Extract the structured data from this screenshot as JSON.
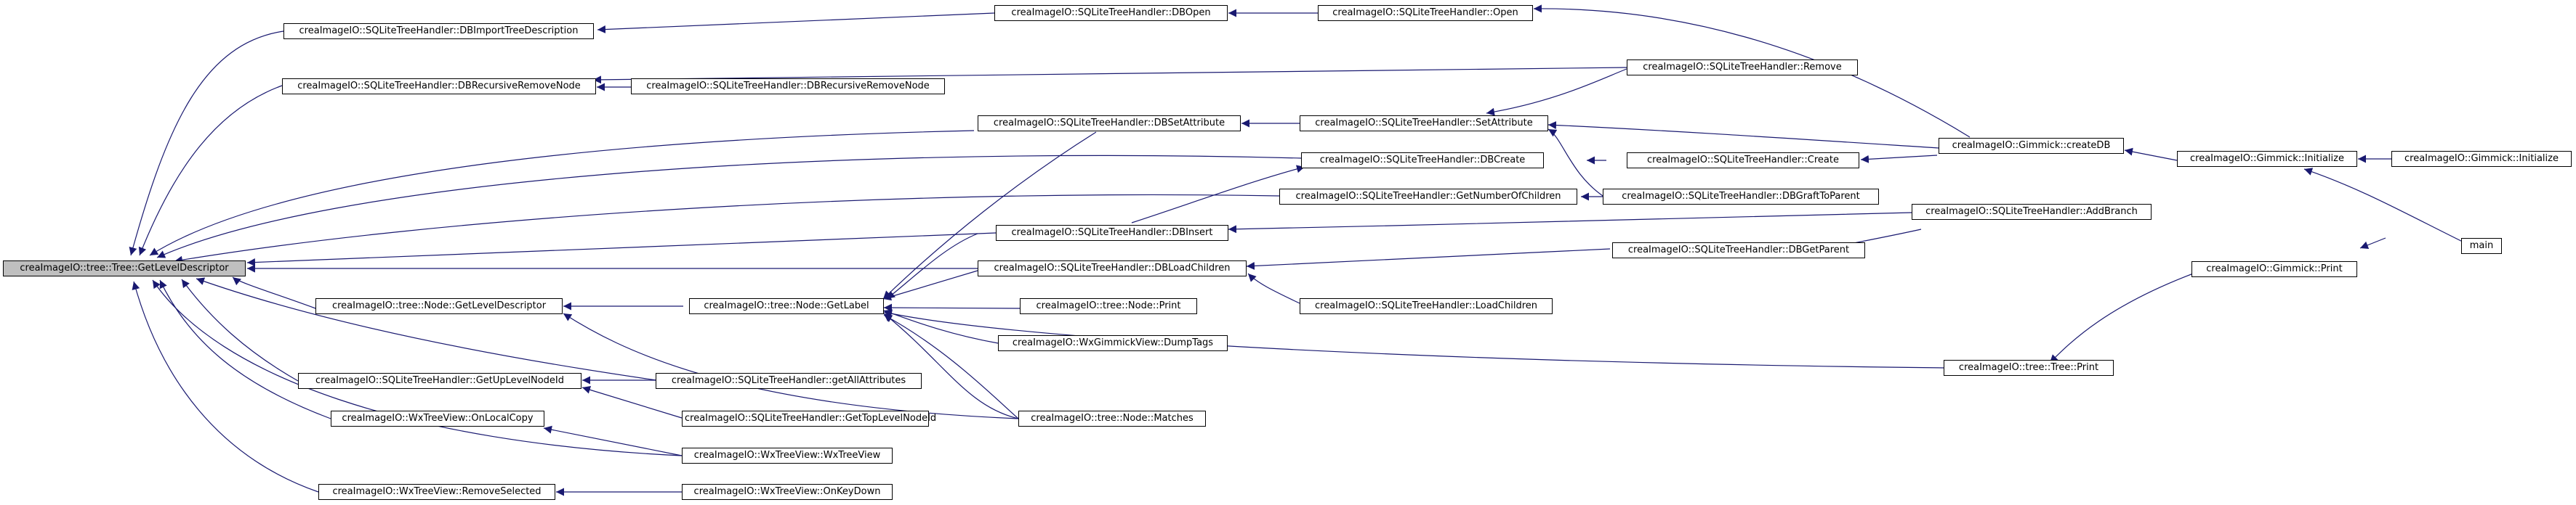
{
  "nodes": {
    "root": "creaImageIO::tree::Tree::GetLevelDescriptor",
    "importTree": "creaImageIO::SQLiteTreeHandler::DBImportTreeDescription",
    "dbOpen": "creaImageIO::SQLiteTreeHandler::DBOpen",
    "open": "creaImageIO::SQLiteTreeHandler::Open",
    "recRemove": "creaImageIO::SQLiteTreeHandler::DBRecursiveRemoveNode",
    "recRemove2": "creaImageIO::SQLiteTreeHandler::DBRecursiveRemoveNode",
    "remove": "creaImageIO::SQLiteTreeHandler::Remove",
    "dbSetAttr": "creaImageIO::SQLiteTreeHandler::DBSetAttribute",
    "setAttr": "creaImageIO::SQLiteTreeHandler::SetAttribute",
    "createDB": "creaImageIO::Gimmick::createDB",
    "gInit": "creaImageIO::Gimmick::Initialize",
    "gInit2": "creaImageIO::Gimmick::Initialize",
    "dbCreate": "creaImageIO::SQLiteTreeHandler::DBCreate",
    "create": "creaImageIO::SQLiteTreeHandler::Create",
    "getNum": "creaImageIO::SQLiteTreeHandler::GetNumberOfChildren",
    "graft": "creaImageIO::SQLiteTreeHandler::DBGraftToParent",
    "addBranch": "creaImageIO::SQLiteTreeHandler::AddBranch",
    "main": "main",
    "dbInsert": "creaImageIO::SQLiteTreeHandler::DBInsert",
    "dbLoad": "creaImageIO::SQLiteTreeHandler::DBLoadChildren",
    "getParent": "creaImageIO::SQLiteTreeHandler::DBGetParent",
    "gPrint": "creaImageIO::Gimmick::Print",
    "nodeLevel": "creaImageIO::tree::Node::GetLevelDescriptor",
    "getLabel": "creaImageIO::tree::Node::GetLabel",
    "nodePrint": "creaImageIO::tree::Node::Print",
    "loadChildren": "creaImageIO::SQLiteTreeHandler::LoadChildren",
    "dumpTags": "creaImageIO::WxGimmickView::DumpTags",
    "treePrint": "creaImageIO::tree::Tree::Print",
    "getUpLevel": "creaImageIO::SQLiteTreeHandler::GetUpLevelNodeId",
    "getAllAttr": "creaImageIO::SQLiteTreeHandler::getAllAttributes",
    "getTopLevel": "creaImageIO::SQLiteTreeHandler::GetTopLevelNodeId",
    "matches": "creaImageIO::tree::Node::Matches",
    "onLocalCopy": "creaImageIO::WxTreeView::OnLocalCopy",
    "wxTreeView": "creaImageIO::WxTreeView::WxTreeView",
    "removeSel": "creaImageIO::WxTreeView::RemoveSelected",
    "onKeyDown": "creaImageIO::WxTreeView::OnKeyDown"
  },
  "colors": {
    "edge": "#191970",
    "root_fill": "#bfbfbf"
  }
}
